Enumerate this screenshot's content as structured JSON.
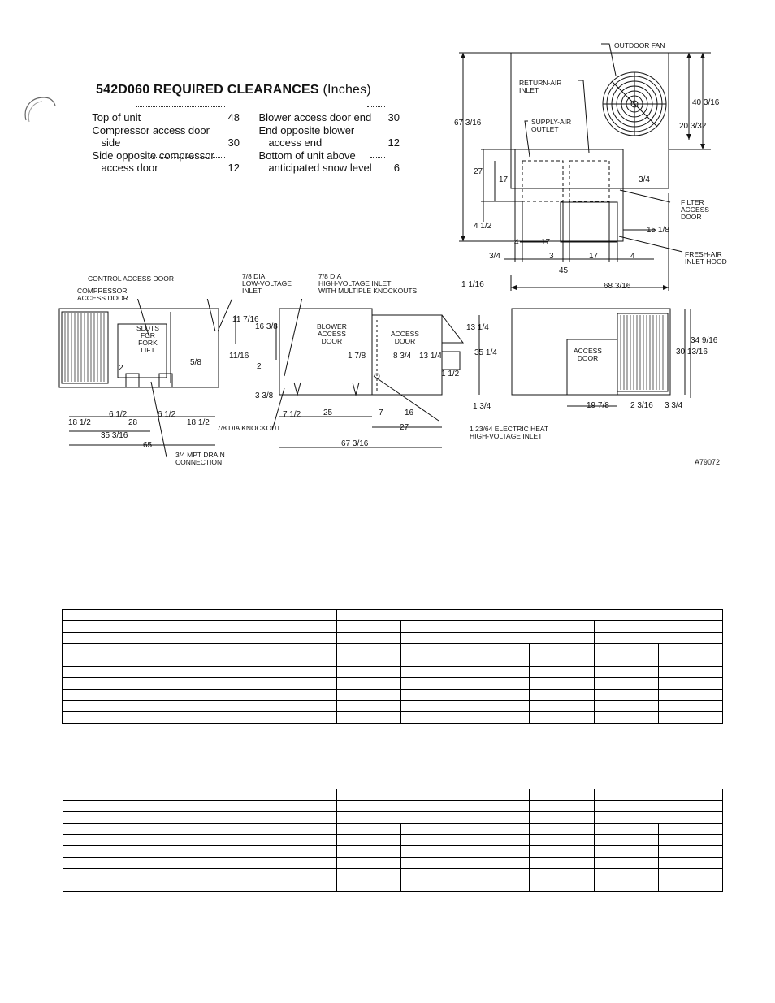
{
  "clearances": {
    "title": "542D060 REQUIRED CLEARANCES",
    "unit": "(Inches)",
    "left": [
      {
        "label": "Top of unit",
        "value": "48"
      },
      {
        "label": "Compressor access door",
        "value": ""
      },
      {
        "label": "side",
        "value": "30"
      },
      {
        "label": "Side opposite compressor",
        "value": ""
      },
      {
        "label": "access door",
        "value": "12"
      }
    ],
    "right": [
      {
        "label": "Blower access door end",
        "value": "30"
      },
      {
        "label": "End opposite blower",
        "value": ""
      },
      {
        "label": "access end",
        "value": "12"
      },
      {
        "label": "Bottom of unit above",
        "value": ""
      },
      {
        "label": "anticipated snow level",
        "value": "6"
      }
    ]
  },
  "top_view": {
    "outdoor_fan": "OUTDOOR FAN",
    "return_air": "RETURN-AIR\nINLET",
    "supply_air": "SUPPLY-AIR\nOUTLET",
    "filter_door": "FILTER\nACCESS\nDOOR",
    "fresh_air": "FRESH-AIR\nINLET HOOD",
    "dims": {
      "overall_len": "67 3/16",
      "fan_a": "40 3/16",
      "fan_b": "20 3/32",
      "d27": "27",
      "d17": "17",
      "d3_4": "3/4",
      "d4_1_2": "4 1/2",
      "d4a": "4",
      "d17a": "17",
      "d15_1_8": "15 1/8",
      "d3_4b": "3/4",
      "d3": "3",
      "d17b": "17",
      "d4b": "4",
      "d45": "45",
      "d68": "68 3/16"
    }
  },
  "side_views": {
    "control_access_door": "CONTROL ACCESS DOOR",
    "compressor_access_door": "COMPRESSOR\nACCESS DOOR",
    "slots": "SLOTS\nFOR\nFORK\nLIFT",
    "low_voltage": "7/8 DIA\nLOW-VOLTAGE\nINLET",
    "high_voltage": "7/8 DIA\nHIGH-VOLTAGE INLET\nWITH MULTIPLE KNOCKOUTS",
    "blower_door": "BLOWER\nACCESS\nDOOR",
    "access_door": "ACCESS\nDOOR",
    "access_door_end": "ACCESS\nDOOR",
    "knockout": "7/8 DIA KNOCKOUT",
    "drain": "3/4 MPT DRAIN\nCONNECTION",
    "electric_heat": "1 23/64 ELECTRIC HEAT\nHIGH-VOLTAGE INLET",
    "dims": {
      "d11_7_16": "11 7/16",
      "d5_8": "5/8",
      "d11_16": "11/16",
      "d2": "2",
      "d18a": "18 1/2",
      "d6a": "6 1/2",
      "d28": "28",
      "d6b": "6 1/2",
      "d18b": "18 1/2",
      "d35": "35 3/16",
      "d65": "65",
      "d16_3_8": "16 3/8",
      "d1_1_16": "1 1/16",
      "d13_1_4": "13 1/4",
      "d13_1_4b": "13 1/4",
      "d1_7_8": "1 7/8",
      "d8_3_4": "8 3/4",
      "d35_1_4": "35 1/4",
      "d1_1_2": "1 1/2",
      "d2b": "2",
      "d3_3_8": "3 3/8",
      "d1_3_4": "1 3/4",
      "d7_1_2": "7 1/2",
      "d25": "25",
      "d7": "7",
      "d16": "16",
      "d27": "27",
      "d67": "67 3/16",
      "d34": "34 9/16",
      "d30": "30 13/16",
      "d19": "19 7/8",
      "d2_3_16": "2 3/16",
      "d3_3_4": "3 3/4"
    }
  },
  "figure_id": "A79072"
}
